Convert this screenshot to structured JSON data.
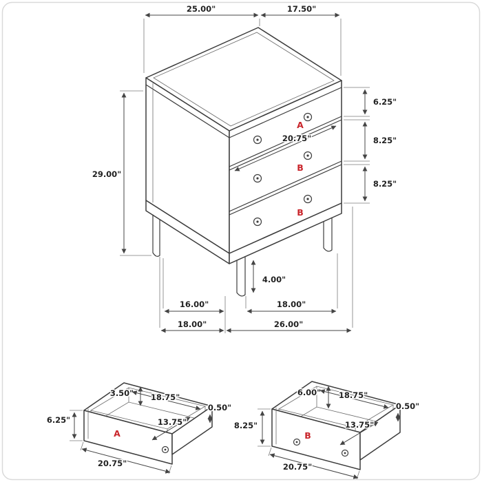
{
  "colors": {
    "line": "#3c3c3c",
    "dimension": "#444444",
    "drawer_label": "#c9252b",
    "background": "#ffffff",
    "frame": "#d9d9d9"
  },
  "main_view": {
    "top_width": "25.00\"",
    "top_depth": "17.50\"",
    "overall_height": "29.00\"",
    "drawer_a_height": "6.25\"",
    "drawer_b1_height": "8.25\"",
    "drawer_b2_height": "8.25\"",
    "drawer_inner_width": "20.75\"",
    "leg_height": "4.00\"",
    "leg_span_front": "16.00\"",
    "leg_span_side": "18.00\"",
    "base_width": "18.00\"",
    "base_depth": "26.00\"",
    "labels": {
      "top_drawer": "A",
      "middle_drawer": "B",
      "bottom_drawer": "B"
    }
  },
  "drawer_a_detail": {
    "label": "A",
    "back_height": "3.50\"",
    "inner_width": "18.75\"",
    "wall_thickness": "0.50\"",
    "inner_depth": "13.75\"",
    "front_height": "6.25\"",
    "overall_width": "20.75\""
  },
  "drawer_b_detail": {
    "label": "B",
    "back_height": "6.00\"",
    "inner_width": "18.75\"",
    "wall_thickness": "0.50\"",
    "inner_depth": "13.75\"",
    "front_height": "8.25\"",
    "overall_width": "20.75\""
  }
}
